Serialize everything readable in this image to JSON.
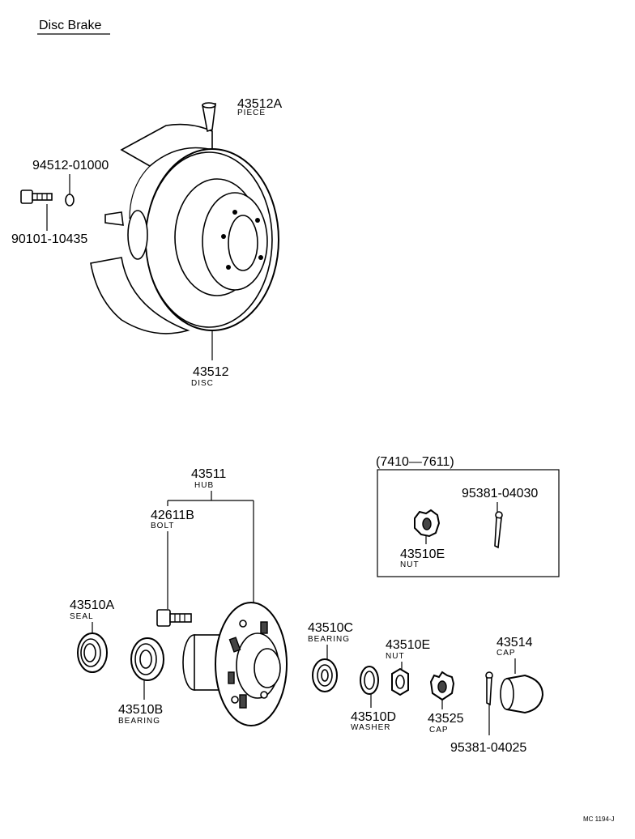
{
  "title": "Disc Brake",
  "variant_group_label": "(7410—7611)",
  "footer_code": "MC 1194-J",
  "parts": [
    {
      "number": "43512A",
      "name": "PIECE"
    },
    {
      "number": "94512-01000",
      "name": ""
    },
    {
      "number": "90101-10435",
      "name": ""
    },
    {
      "number": "43512",
      "name": "DISC"
    },
    {
      "number": "43511",
      "name": "HUB"
    },
    {
      "number": "42611B",
      "name": "BOLT"
    },
    {
      "number": "43510A",
      "name": "SEAL"
    },
    {
      "number": "43510B",
      "name": "BEARING"
    },
    {
      "number": "43510C",
      "name": "BEARING"
    },
    {
      "number": "43510E",
      "name": "NUT"
    },
    {
      "number": "43510D",
      "name": "WASHER"
    },
    {
      "number": "43525",
      "name": "CAP"
    },
    {
      "number": "95381-04025",
      "name": ""
    },
    {
      "number": "43514",
      "name": "CAP"
    },
    {
      "number": "95381-04030",
      "name": ""
    },
    {
      "number": "43510E",
      "name": "NUT"
    }
  ]
}
